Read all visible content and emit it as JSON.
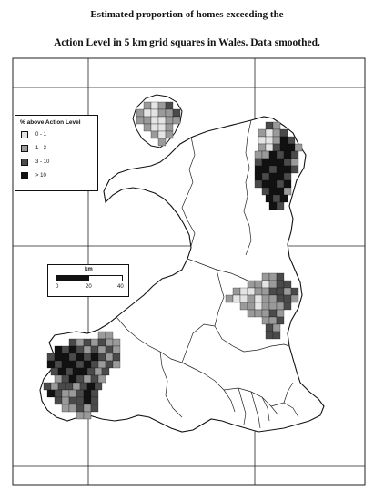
{
  "title": {
    "line1": "Estimated proportion of homes exceeding the",
    "line2": "Action Level in 5 km grid squares in Wales. Data smoothed."
  },
  "legend": {
    "title": "% above Action Level",
    "items": [
      {
        "label": "0 - 1",
        "color": "#e4e4e4"
      },
      {
        "label": "1 - 3",
        "color": "#9a9a9a"
      },
      {
        "label": "3 - 10",
        "color": "#4a4a4a"
      },
      {
        "label": "> 10",
        "color": "#111111"
      }
    ]
  },
  "scale_bar": {
    "unit": "km",
    "ticks": [
      "0",
      "20",
      "40"
    ]
  },
  "colors": {
    "land": "#ffffff",
    "outline": "#111111",
    "grid": "#222222"
  }
}
